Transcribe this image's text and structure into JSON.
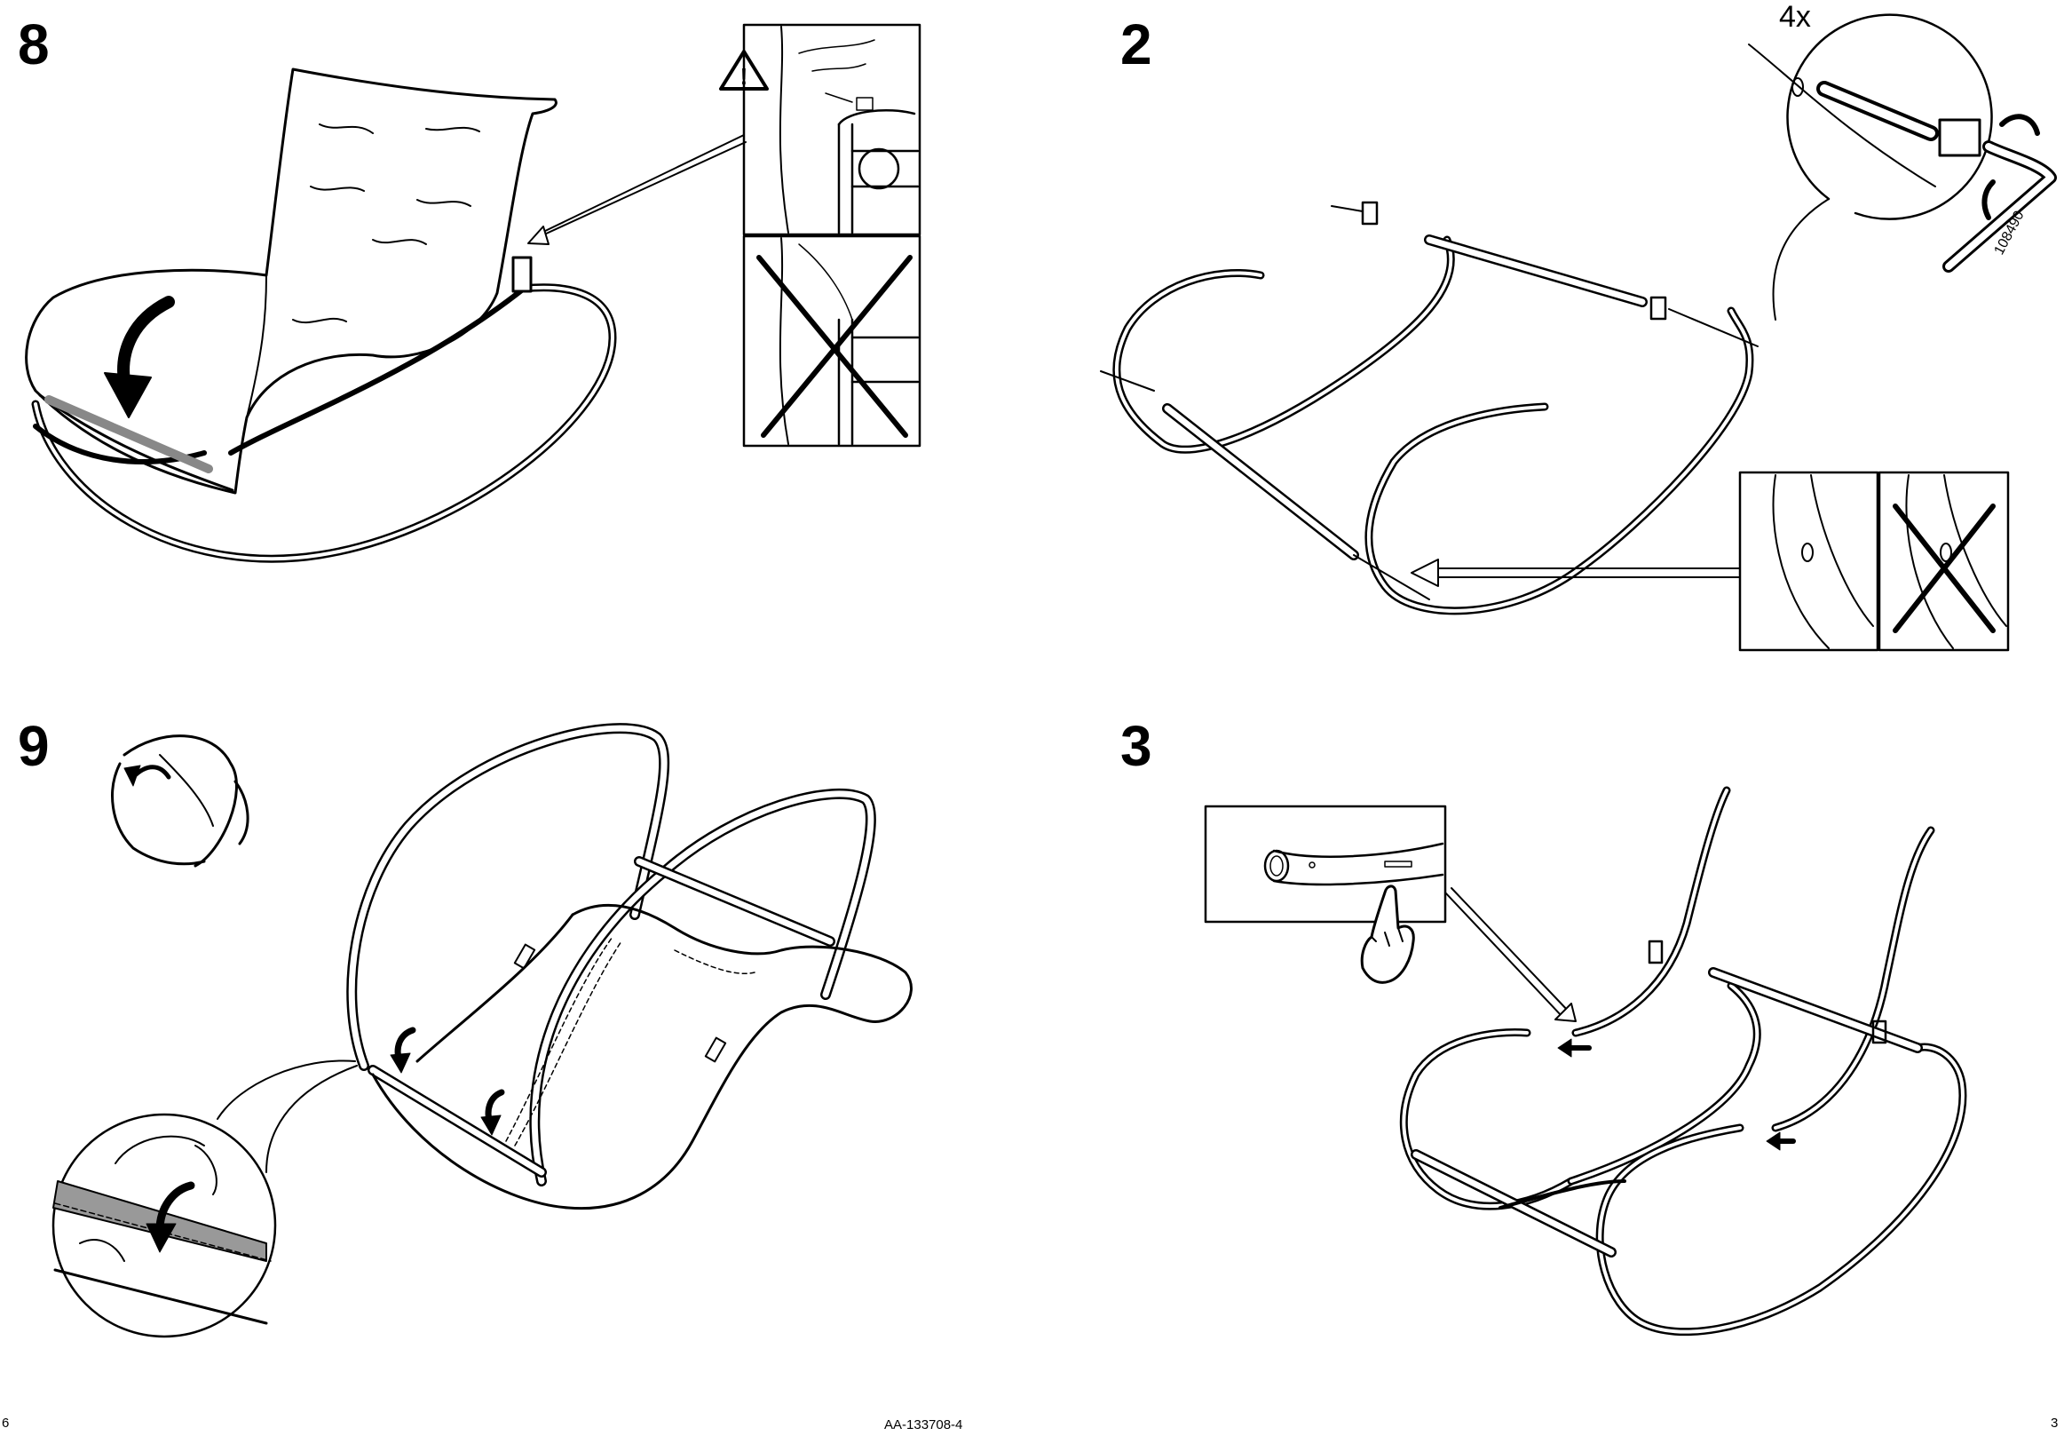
{
  "page": {
    "steps": [
      "8",
      "2",
      "9",
      "3"
    ],
    "step2_quantity": "4x",
    "step2_part_number": "108490",
    "footer_left": "6",
    "footer_center": "AA-133708-4",
    "footer_right": "3"
  }
}
